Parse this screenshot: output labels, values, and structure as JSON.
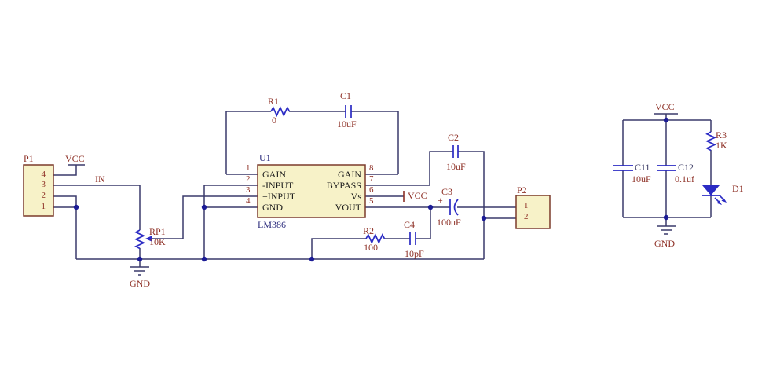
{
  "colors": {
    "background": "#ffffff",
    "wire": "#3a3a6b",
    "symbol_blue": "#2b2bc4",
    "junction": "#1c1c96",
    "label_maroon": "#8e3026",
    "designator_navy": "#2e2e7e",
    "pin_text_black": "#1c1c1c",
    "part_fill": "#f7f2c8",
    "part_border": "#7b3b2b"
  },
  "nets": {
    "vcc": "VCC",
    "gnd": "GND",
    "in": "IN"
  },
  "p1": {
    "ref": "P1",
    "pin_numbers": [
      "4",
      "3",
      "2",
      "1"
    ]
  },
  "p2": {
    "ref": "P2",
    "pin_numbers": [
      "1",
      "2"
    ]
  },
  "u1": {
    "ref": "U1",
    "part": "LM386",
    "left_pins": [
      {
        "num": "1",
        "name": "GAIN"
      },
      {
        "num": "2",
        "name": "-INPUT"
      },
      {
        "num": "3",
        "name": "+INPUT"
      },
      {
        "num": "4",
        "name": "GND"
      }
    ],
    "right_pins": [
      {
        "num": "8",
        "name": "GAIN"
      },
      {
        "num": "7",
        "name": "BYPASS"
      },
      {
        "num": "6",
        "name": "Vs"
      },
      {
        "num": "5",
        "name": "VOUT"
      }
    ]
  },
  "r1": {
    "ref": "R1",
    "value": "0"
  },
  "r2": {
    "ref": "R2",
    "value": "100"
  },
  "r3": {
    "ref": "R3",
    "value": "1K"
  },
  "rp1": {
    "ref": "RP1",
    "value": "10K"
  },
  "c1": {
    "ref": "C1",
    "value": "10uF"
  },
  "c2": {
    "ref": "C2",
    "value": "10uF"
  },
  "c3": {
    "ref": "C3",
    "value": "100uF",
    "polarity": "+"
  },
  "c4": {
    "ref": "C4",
    "value": "10pF"
  },
  "c11": {
    "ref": "C11",
    "value": "10uF"
  },
  "c12": {
    "ref": "C12",
    "value": "0.1uf"
  },
  "d1": {
    "ref": "D1"
  }
}
